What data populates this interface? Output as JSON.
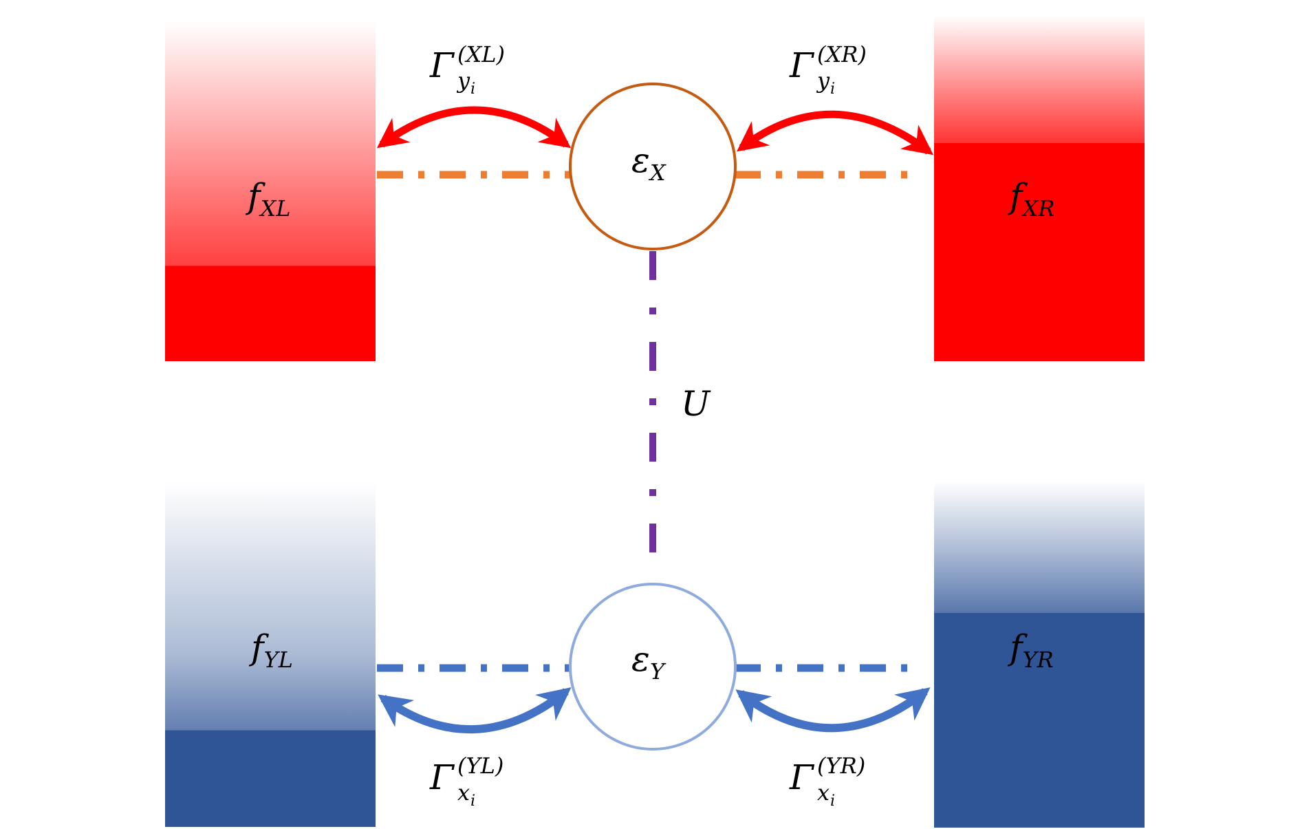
{
  "colors": {
    "red": "#ff0000",
    "blue_dark": "#2f5597",
    "blue_arrow": "#4472c4",
    "orange_line": "#ed7d31",
    "circle_x": "#c55a11",
    "circle_y": "#8faadc",
    "purple": "#7030a0"
  },
  "reservoirs": {
    "xl": {
      "main": "f",
      "sub": "XL"
    },
    "xr": {
      "main": "f",
      "sub": "XR"
    },
    "yl": {
      "main": "f",
      "sub": "YL"
    },
    "yr": {
      "main": "f",
      "sub": "YR"
    }
  },
  "dots": {
    "x": {
      "main": "ε",
      "sub": "X"
    },
    "y": {
      "main": "ε",
      "sub": "Y"
    }
  },
  "coupling": "U",
  "rates": {
    "xl": {
      "main": "Γ",
      "sup": "(XL)",
      "sub": "y",
      "subsub": "i"
    },
    "xr": {
      "main": "Γ",
      "sup": "(XR)",
      "sub": "y",
      "subsub": "i"
    },
    "yl": {
      "main": "Γ",
      "sup": "(YL)",
      "sub": "x",
      "subsub": "i"
    },
    "yr": {
      "main": "Γ",
      "sup": "(YR)",
      "sub": "x",
      "subsub": "i"
    }
  }
}
